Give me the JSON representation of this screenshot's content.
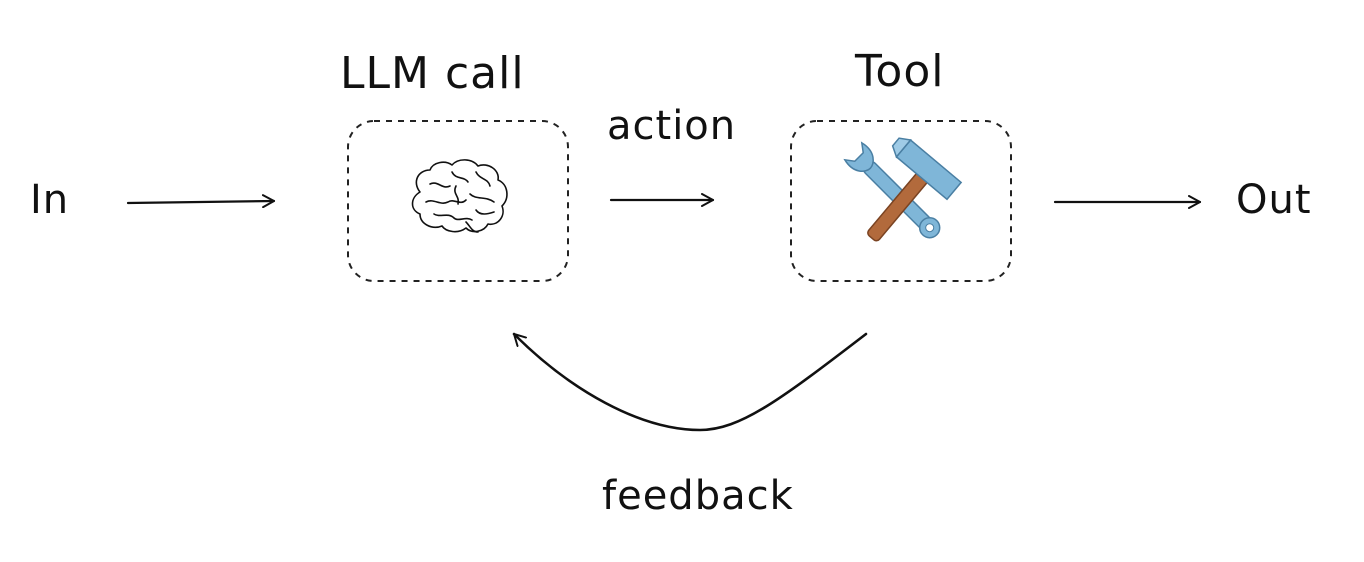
{
  "nodes": {
    "input_label": "In",
    "output_label": "Out",
    "llm": {
      "title": "LLM call",
      "icon": "brain-icon"
    },
    "tool": {
      "title": "Tool",
      "icon": "hammer-and-wrench-icon"
    }
  },
  "edges": {
    "action_label": "action",
    "feedback_label": "feedback"
  },
  "colors": {
    "ink": "#111111",
    "box_border": "#222222",
    "tool_metal": "#7fb6d8",
    "tool_handle": "#b26a3c"
  }
}
